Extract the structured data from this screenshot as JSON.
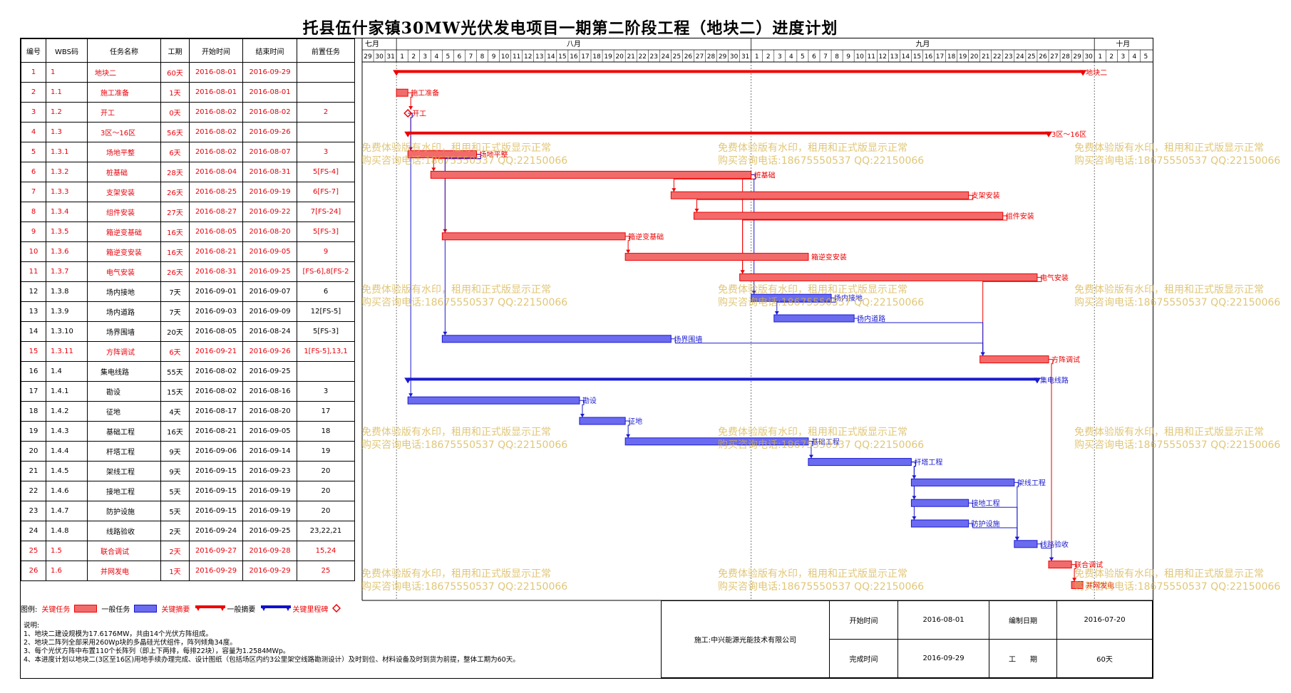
{
  "title": "托县伍什家镇30MW光伏发电项目一期第二阶段工程（地块二）进度计划",
  "headers": {
    "id": "编号",
    "wbs": "WBS码",
    "name": "任务名称",
    "dur": "工期",
    "start": "开始时间",
    "end": "结束时间",
    "pred": "前置任务"
  },
  "months": [
    {
      "label": "七月",
      "from": 0,
      "to": 3
    },
    {
      "label": "八月",
      "from": 3,
      "to": 34
    },
    {
      "label": "九月",
      "from": 34,
      "to": 64
    },
    {
      "label": "十月",
      "from": 64,
      "to": 69
    }
  ],
  "days": [
    "29",
    "30",
    "31",
    "1",
    "2",
    "3",
    "4",
    "5",
    "6",
    "7",
    "8",
    "9",
    "10",
    "11",
    "12",
    "13",
    "14",
    "15",
    "16",
    "17",
    "18",
    "19",
    "20",
    "21",
    "22",
    "23",
    "24",
    "25",
    "26",
    "27",
    "28",
    "29",
    "30",
    "31",
    "1",
    "2",
    "3",
    "4",
    "5",
    "6",
    "7",
    "8",
    "9",
    "10",
    "11",
    "12",
    "13",
    "14",
    "15",
    "16",
    "17",
    "18",
    "19",
    "20",
    "21",
    "22",
    "23",
    "24",
    "25",
    "26",
    "27",
    "28",
    "29",
    "30",
    "1",
    "2",
    "3",
    "4",
    "5"
  ],
  "tasks": [
    {
      "id": "1",
      "wbs": "1",
      "name": "地块二",
      "dur": "60天",
      "start": "2016-08-01",
      "end": "2016-09-29",
      "pred": "",
      "crit": true,
      "lvl": 1,
      "type": "summary",
      "s": 3,
      "e": 63,
      "label": "地块二"
    },
    {
      "id": "2",
      "wbs": "1.1",
      "name": "施工准备",
      "dur": "1天",
      "start": "2016-08-01",
      "end": "2016-08-01",
      "pred": "",
      "crit": true,
      "lvl": 2,
      "type": "task",
      "s": 3,
      "e": 4,
      "label": "施工准备"
    },
    {
      "id": "3",
      "wbs": "1.2",
      "name": "开工",
      "dur": "0天",
      "start": "2016-08-02",
      "end": "2016-08-02",
      "pred": "2",
      "crit": true,
      "lvl": 2,
      "type": "milestone",
      "s": 4,
      "e": 4,
      "label": "开工"
    },
    {
      "id": "4",
      "wbs": "1.3",
      "name": "3区～16区",
      "dur": "56天",
      "start": "2016-08-02",
      "end": "2016-09-26",
      "pred": "",
      "crit": true,
      "lvl": 2,
      "type": "summary",
      "s": 4,
      "e": 60,
      "label": "3区～16区"
    },
    {
      "id": "5",
      "wbs": "1.3.1",
      "name": "场地平整",
      "dur": "6天",
      "start": "2016-08-02",
      "end": "2016-08-07",
      "pred": "3",
      "crit": true,
      "lvl": 3,
      "type": "task",
      "s": 4,
      "e": 10,
      "label": "场地平整"
    },
    {
      "id": "6",
      "wbs": "1.3.2",
      "name": "桩基础",
      "dur": "28天",
      "start": "2016-08-04",
      "end": "2016-08-31",
      "pred": "5[FS-4]",
      "crit": true,
      "lvl": 3,
      "type": "task",
      "s": 6,
      "e": 34,
      "label": "桩基础"
    },
    {
      "id": "7",
      "wbs": "1.3.3",
      "name": "支架安装",
      "dur": "26天",
      "start": "2016-08-25",
      "end": "2016-09-19",
      "pred": "6[FS-7]",
      "crit": true,
      "lvl": 3,
      "type": "task",
      "s": 27,
      "e": 53,
      "label": "支架安装"
    },
    {
      "id": "8",
      "wbs": "1.3.4",
      "name": "组件安装",
      "dur": "27天",
      "start": "2016-08-27",
      "end": "2016-09-22",
      "pred": "7[FS-24]",
      "crit": true,
      "lvl": 3,
      "type": "task",
      "s": 29,
      "e": 56,
      "label": "组件安装"
    },
    {
      "id": "9",
      "wbs": "1.3.5",
      "name": "箱逆变基础",
      "dur": "16天",
      "start": "2016-08-05",
      "end": "2016-08-20",
      "pred": "5[FS-3]",
      "crit": true,
      "lvl": 3,
      "type": "task",
      "s": 7,
      "e": 23,
      "label": "箱逆变基础"
    },
    {
      "id": "10",
      "wbs": "1.3.6",
      "name": "箱逆变安装",
      "dur": "16天",
      "start": "2016-08-21",
      "end": "2016-09-05",
      "pred": "9",
      "crit": true,
      "lvl": 3,
      "type": "task",
      "s": 23,
      "e": 39,
      "label": "箱逆变安装"
    },
    {
      "id": "11",
      "wbs": "1.3.7",
      "name": "电气安装",
      "dur": "26天",
      "start": "2016-08-31",
      "end": "2016-09-25",
      "pred": "[FS-6],8[FS-2",
      "crit": true,
      "lvl": 3,
      "type": "task",
      "s": 33,
      "e": 59,
      "label": "电气安装"
    },
    {
      "id": "12",
      "wbs": "1.3.8",
      "name": "场内接地",
      "dur": "7天",
      "start": "2016-09-01",
      "end": "2016-09-07",
      "pred": "6",
      "crit": false,
      "lvl": 3,
      "type": "task",
      "s": 34,
      "e": 41,
      "label": "场内接地"
    },
    {
      "id": "13",
      "wbs": "1.3.9",
      "name": "场内道路",
      "dur": "7天",
      "start": "2016-09-03",
      "end": "2016-09-09",
      "pred": "12[FS-5]",
      "crit": false,
      "lvl": 3,
      "type": "task",
      "s": 36,
      "e": 43,
      "label": "场内道路"
    },
    {
      "id": "14",
      "wbs": "1.3.10",
      "name": "场界围墙",
      "dur": "20天",
      "start": "2016-08-05",
      "end": "2016-08-24",
      "pred": "5[FS-3]",
      "crit": false,
      "lvl": 3,
      "type": "task",
      "s": 7,
      "e": 27,
      "label": "场界围墙"
    },
    {
      "id": "15",
      "wbs": "1.3.11",
      "name": "方阵调试",
      "dur": "6天",
      "start": "2016-09-21",
      "end": "2016-09-26",
      "pred": "1[FS-5],13,1",
      "crit": true,
      "lvl": 3,
      "type": "task",
      "s": 54,
      "e": 60,
      "label": "方阵调试"
    },
    {
      "id": "16",
      "wbs": "1.4",
      "name": "集电线路",
      "dur": "55天",
      "start": "2016-08-02",
      "end": "2016-09-25",
      "pred": "",
      "crit": false,
      "lvl": 2,
      "type": "summary",
      "s": 4,
      "e": 59,
      "label": "集电线路"
    },
    {
      "id": "17",
      "wbs": "1.4.1",
      "name": "勘设",
      "dur": "15天",
      "start": "2016-08-02",
      "end": "2016-08-16",
      "pred": "3",
      "crit": false,
      "lvl": 3,
      "type": "task",
      "s": 4,
      "e": 19,
      "label": "勘设"
    },
    {
      "id": "18",
      "wbs": "1.4.2",
      "name": "征地",
      "dur": "4天",
      "start": "2016-08-17",
      "end": "2016-08-20",
      "pred": "17",
      "crit": false,
      "lvl": 3,
      "type": "task",
      "s": 19,
      "e": 23,
      "label": "征地"
    },
    {
      "id": "19",
      "wbs": "1.4.3",
      "name": "基础工程",
      "dur": "16天",
      "start": "2016-08-21",
      "end": "2016-09-05",
      "pred": "18",
      "crit": false,
      "lvl": 3,
      "type": "task",
      "s": 23,
      "e": 39,
      "label": "基础工程"
    },
    {
      "id": "20",
      "wbs": "1.4.4",
      "name": "杆塔工程",
      "dur": "9天",
      "start": "2016-09-06",
      "end": "2016-09-14",
      "pred": "19",
      "crit": false,
      "lvl": 3,
      "type": "task",
      "s": 39,
      "e": 48,
      "label": "杆塔工程"
    },
    {
      "id": "21",
      "wbs": "1.4.5",
      "name": "架线工程",
      "dur": "9天",
      "start": "2016-09-15",
      "end": "2016-09-23",
      "pred": "20",
      "crit": false,
      "lvl": 3,
      "type": "task",
      "s": 48,
      "e": 57,
      "label": "架线工程"
    },
    {
      "id": "22",
      "wbs": "1.4.6",
      "name": "接地工程",
      "dur": "5天",
      "start": "2016-09-15",
      "end": "2016-09-19",
      "pred": "20",
      "crit": false,
      "lvl": 3,
      "type": "task",
      "s": 48,
      "e": 53,
      "label": "接地工程"
    },
    {
      "id": "23",
      "wbs": "1.4.7",
      "name": "防护设施",
      "dur": "5天",
      "start": "2016-09-15",
      "end": "2016-09-19",
      "pred": "20",
      "crit": false,
      "lvl": 3,
      "type": "task",
      "s": 48,
      "e": 53,
      "label": "防护设施"
    },
    {
      "id": "24",
      "wbs": "1.4.8",
      "name": "线路验收",
      "dur": "2天",
      "start": "2016-09-24",
      "end": "2016-09-25",
      "pred": "23,22,21",
      "crit": false,
      "lvl": 3,
      "type": "task",
      "s": 57,
      "e": 59,
      "label": "线路验收"
    },
    {
      "id": "25",
      "wbs": "1.5",
      "name": "联合调试",
      "dur": "2天",
      "start": "2016-09-27",
      "end": "2016-09-28",
      "pred": "15,24",
      "crit": true,
      "lvl": 2,
      "type": "task",
      "s": 60,
      "e": 62,
      "label": "联合调试"
    },
    {
      "id": "26",
      "wbs": "1.6",
      "name": "并网发电",
      "dur": "1天",
      "start": "2016-09-29",
      "end": "2016-09-29",
      "pred": "25",
      "crit": true,
      "lvl": 2,
      "type": "task",
      "s": 62,
      "e": 63,
      "label": "并网发电"
    }
  ],
  "links": [
    [
      2,
      3
    ],
    [
      3,
      5
    ],
    [
      5,
      6
    ],
    [
      6,
      7
    ],
    [
      7,
      8
    ],
    [
      5,
      9
    ],
    [
      9,
      10
    ],
    [
      6,
      11
    ],
    [
      8,
      11
    ],
    [
      6,
      12
    ],
    [
      12,
      13
    ],
    [
      5,
      14
    ],
    [
      11,
      15
    ],
    [
      13,
      15
    ],
    [
      14,
      15
    ],
    [
      3,
      17
    ],
    [
      17,
      18
    ],
    [
      18,
      19
    ],
    [
      19,
      20
    ],
    [
      20,
      21
    ],
    [
      20,
      22
    ],
    [
      20,
      23
    ],
    [
      21,
      24
    ],
    [
      22,
      24
    ],
    [
      23,
      24
    ],
    [
      15,
      25
    ],
    [
      24,
      25
    ],
    [
      25,
      26
    ]
  ],
  "legend": {
    "label": "图例:",
    "crit_task": "关键任务",
    "task": "一般任务",
    "crit_summary": "关键摘要",
    "summary": "一般摘要",
    "crit_milestone": "关键里程碑"
  },
  "notes": "说明:\n1、地块二建设规模为17.6176MW，共由14个光伏方阵组成。\n2、地块二阵列全部采用260Wp块的多晶硅光伏组件，阵列倾角34度。\n3、每个光伏方阵中布置110个长阵列（即上下两排，每排22块），容量为1.2584MWp。\n4、本进度计划以地块二(3区至16区)用地手续办理完成、设计图纸（包括场区内约3公里架空线路勘测设计）及时到位、材料设备及时到货为前提，整体工期为60天。",
  "footer": {
    "company": "施工:中兴能源光能技术有限公司",
    "start_label": "开始时间",
    "start_value": "2016-08-01",
    "compile_label": "编制日期",
    "compile_value": "2016-07-20",
    "end_label": "完成时间",
    "end_value": "2016-09-29",
    "dur_label": "工　　期",
    "dur_value": "60天"
  },
  "watermark": {
    "line1": "免费体验版有水印，租用和正式版显示正常",
    "line2": "购买咨询电话:18675550537 QQ:22150066"
  },
  "colors": {
    "critical": "#ee0000",
    "critical_fill": "#f26b6b",
    "normal": "#1a1ad0",
    "normal_fill": "#6b6bf0"
  }
}
